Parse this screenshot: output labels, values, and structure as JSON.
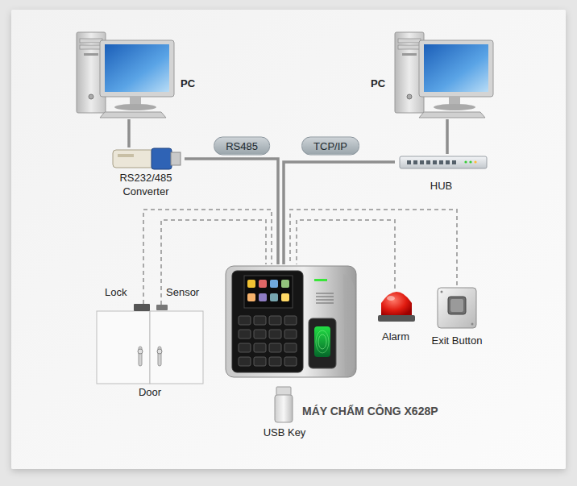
{
  "diagram": {
    "nodes": [
      {
        "text": [
          "PC"
        ]
      },
      {
        "text": [
          "PC"
        ]
      },
      {
        "text": [
          "RS232/485 Converter"
        ]
      },
      {
        "text": [
          "HUB"
        ]
      },
      {
        "text": [
          "Lock"
        ]
      },
      {
        "text": [
          "Sensor"
        ]
      },
      {
        "text": [
          "Door"
        ]
      },
      {
        "text": [
          "MÁY CHẤM CÔNG X628P"
        ]
      },
      {
        "text": [
          "Alarm"
        ]
      },
      {
        "text": [
          "Exit Button"
        ]
      },
      {
        "text": [
          "USB Key"
        ]
      }
    ],
    "edges": [
      {
        "from": 0,
        "to": 2,
        "arrow": "none"
      },
      {
        "from": 2,
        "to": 7,
        "label": "RS485",
        "arrow": "none"
      },
      {
        "from": 1,
        "to": 3,
        "arrow": "none"
      },
      {
        "from": 3,
        "to": 7,
        "label": "TCP/IP",
        "arrow": "none"
      },
      {
        "from": 4,
        "to": 7,
        "arrow": "none"
      },
      {
        "from": 5,
        "to": 7,
        "arrow": "none"
      },
      {
        "from": 8,
        "to": 7,
        "arrow": "none"
      },
      {
        "from": 9,
        "to": 7,
        "arrow": "none"
      }
    ]
  }
}
